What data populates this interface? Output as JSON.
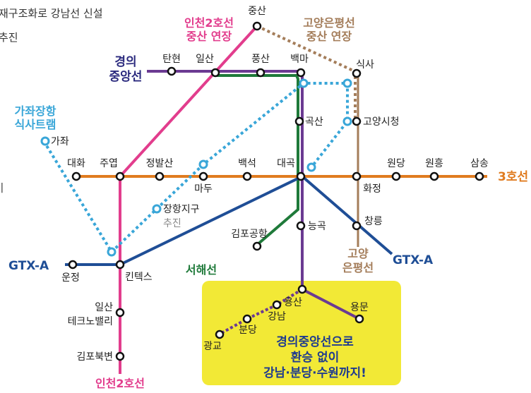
{
  "top_text": [
    "재구조화로 강남선 신설",
    "추진"
  ],
  "side_mark": "·|",
  "line_labels": {
    "incheon2_ext": [
      "인천2호선",
      "중산 연장"
    ],
    "goyang_ext": [
      "고양은평선",
      "중산 연장"
    ],
    "gyeongui": [
      "경의",
      "중앙선"
    ],
    "gajwa": [
      "가좌장항",
      "식사트램"
    ],
    "line3": "3호선",
    "gtxa_left": "GTX-A",
    "gtxa_right": "GTX-A",
    "seohae": "서해선",
    "goyang_eunpyeong": [
      "고양",
      "은평선"
    ],
    "incheon2_bottom": "인천2호선",
    "janghang": [
      "장항지구",
      "추진"
    ]
  },
  "stations": {
    "jungsan": "중산",
    "tanhyeon": "탄현",
    "ilsan": "일산",
    "pungsan": "풍산",
    "baengma": "백마",
    "siksa": "식사",
    "goksan": "곡산",
    "goyang_city_hall": "고양시청",
    "gajwa": "가좌",
    "daehwa": "대화",
    "juyeop": "주엽",
    "jeongbalsan": "정발산",
    "madu": "마두",
    "baekseok": "백석",
    "daegok": "대곡",
    "hwajeong": "화정",
    "wondang": "원당",
    "wonheung": "원흥",
    "samsong": "삼송",
    "gimpo_airport": "김포공항",
    "neunggok": "능곡",
    "changneung": "창릉",
    "unjeong": "운정",
    "kintex": "킨텍스",
    "ilsan_techno": [
      "일산",
      "테크노밸리"
    ],
    "gimpo_bukbyeon": "김포북변",
    "yongsan": "용산",
    "yongmun": "용문",
    "gangnam": "강남",
    "bundang": "분당",
    "gwanggyo": "광교"
  },
  "callout": [
    "경의중앙선으로",
    "환승 없이",
    "강남·분당·수원까지!"
  ],
  "colors": {
    "pink": "#E23D8D",
    "purple": "#6B3A92",
    "green": "#1F7A3A",
    "tan": "#A47D5A",
    "sky": "#39A6D8",
    "orange": "#E07B1F",
    "navy": "#1F4E96",
    "callout_bg": "#F2E936",
    "navy_text": "#1F3B8F"
  }
}
